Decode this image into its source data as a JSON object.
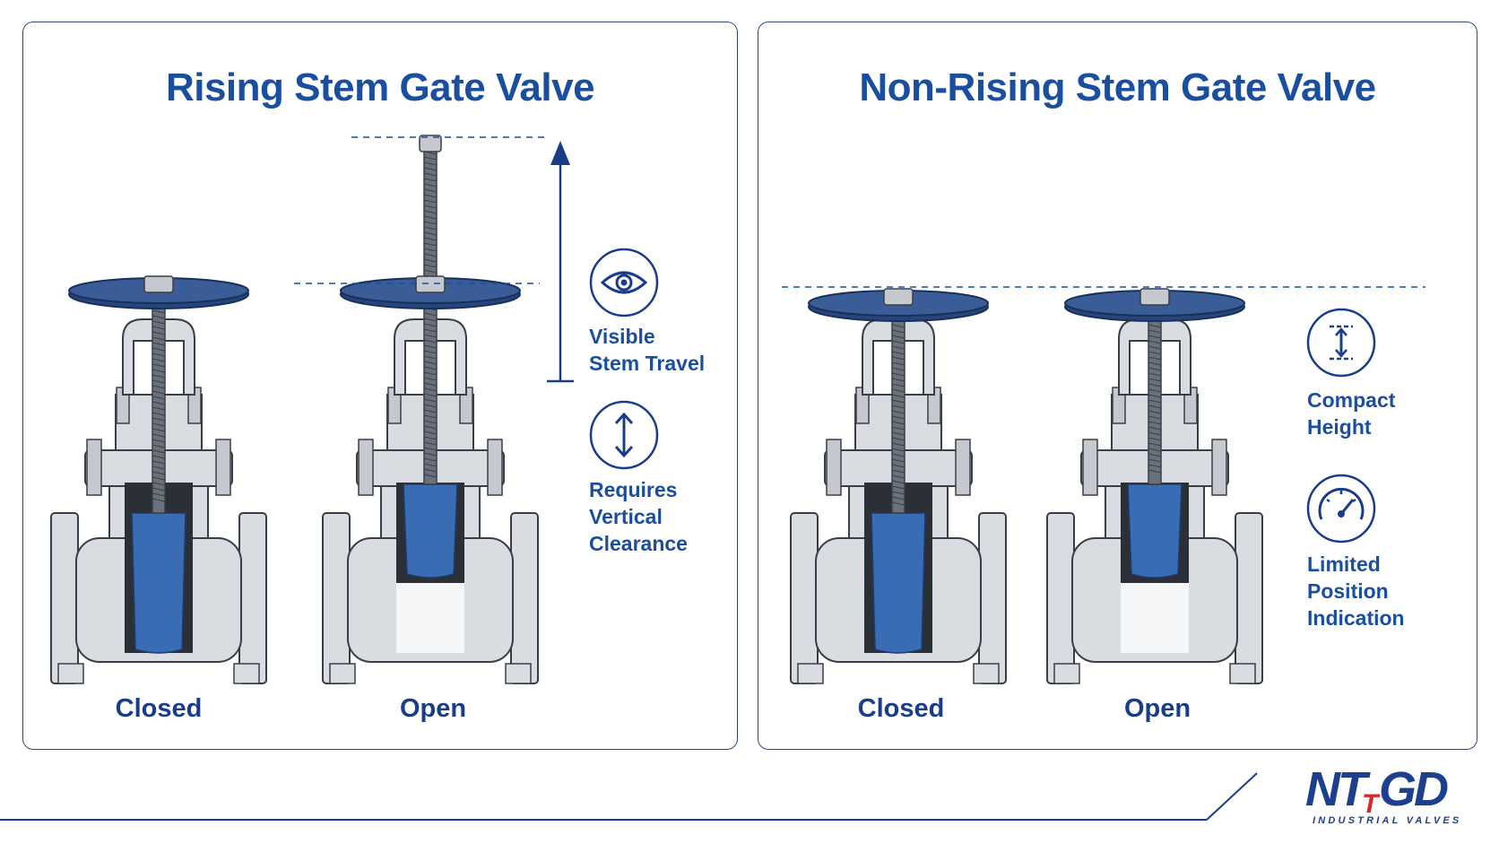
{
  "panels": {
    "rising": {
      "title": "Rising Stem Gate Valve",
      "closed_label": "Closed",
      "open_label": "Open",
      "features": [
        {
          "icon": "eye-icon",
          "lines": [
            "Visible",
            "Stem Travel"
          ]
        },
        {
          "icon": "vertical-arrows-icon",
          "lines": [
            "Requires",
            "Vertical",
            "Clearance"
          ]
        }
      ]
    },
    "non_rising": {
      "title": "Non-Rising Stem Gate Valve",
      "closed_label": "Closed",
      "open_label": "Open",
      "features": [
        {
          "icon": "compact-height-icon",
          "lines": [
            "Compact",
            "Height"
          ]
        },
        {
          "icon": "gauge-icon",
          "lines": [
            "Limited",
            "Position",
            "Indication"
          ]
        }
      ]
    }
  },
  "logo": {
    "mark": "NTGD",
    "tagline": "INDUSTRIAL VALVES"
  },
  "colors": {
    "title": "#1a4fa0",
    "handwheel": "#26457a",
    "gate": "#3a6cb4",
    "body": "#d9dde2",
    "outline": "#3a3f47",
    "logo_red": "#d8262c"
  }
}
